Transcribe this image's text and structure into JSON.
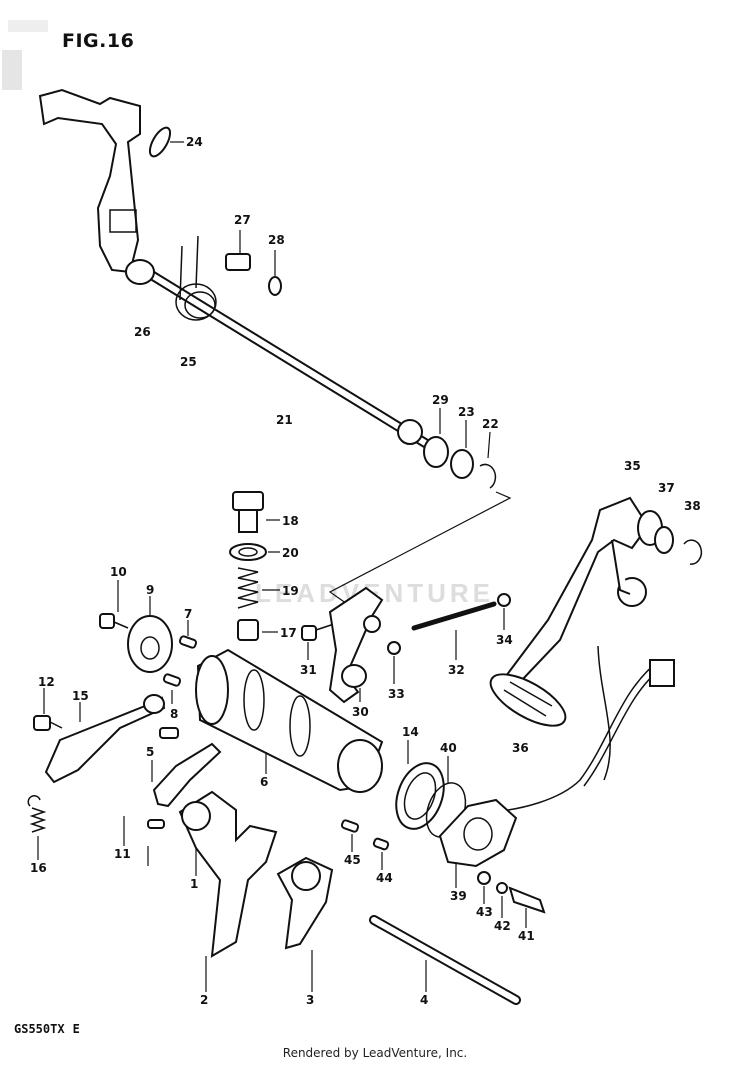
{
  "figure_title": "FIG.16",
  "model_label": "GS550TX",
  "model_suffix": "E",
  "footer": "Rendered by LeadVenture, Inc.",
  "watermark_text": "LEADVENTURE",
  "callouts": [
    "24",
    "27",
    "28",
    "26",
    "25",
    "21",
    "29",
    "23",
    "22",
    "35",
    "37",
    "38",
    "18",
    "20",
    "19",
    "17",
    "10",
    "9",
    "7",
    "31",
    "30",
    "33",
    "32",
    "34",
    "12",
    "15",
    "8",
    "6",
    "14",
    "40",
    "36",
    "5",
    "11",
    "1",
    "45",
    "44",
    "39",
    "43",
    "42",
    "41",
    "16",
    "2",
    "3",
    "4"
  ]
}
